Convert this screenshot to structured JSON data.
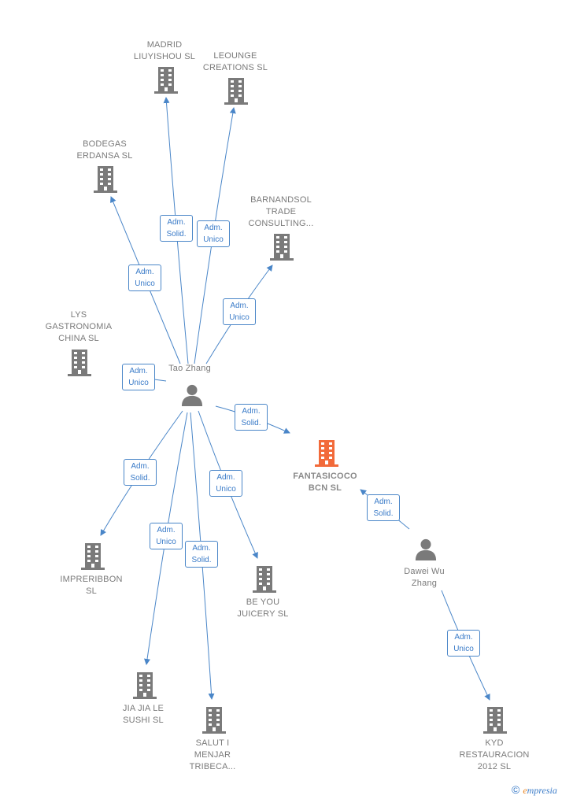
{
  "colors": {
    "edge": "#4a86c8",
    "company_icon": "#7a7a7a",
    "focus_icon": "#f26a3a",
    "person_icon": "#7a7a7a"
  },
  "nodes": [
    {
      "id": "madrid",
      "type": "company",
      "lines": [
        "MADRID",
        "LIUYISHOU  SL"
      ]
    },
    {
      "id": "leounge",
      "type": "company",
      "lines": [
        "LEOUNGE",
        "CREATIONS  SL"
      ]
    },
    {
      "id": "bodegas",
      "type": "company",
      "lines": [
        "BODEGAS",
        "ERDANSA  SL"
      ]
    },
    {
      "id": "barnandsol",
      "type": "company",
      "lines": [
        "BARNANDSOL",
        "TRADE",
        "CONSULTING..."
      ]
    },
    {
      "id": "lys",
      "type": "company",
      "lines": [
        "LYS",
        "GASTRONOMIA",
        "CHINA  SL"
      ]
    },
    {
      "id": "tao",
      "type": "person",
      "lines": [
        "Tao Zhang"
      ]
    },
    {
      "id": "fantasicoco",
      "type": "focus",
      "lines": [
        "FANTASICOCO",
        "BCN  SL"
      ]
    },
    {
      "id": "impreribbon",
      "type": "company",
      "lines": [
        "IMPRERIBBON",
        "SL"
      ]
    },
    {
      "id": "beyou",
      "type": "company",
      "lines": [
        "BE YOU",
        "JUICERY  SL"
      ]
    },
    {
      "id": "dawei",
      "type": "person",
      "lines": [
        "Dawei Wu",
        "Zhang"
      ]
    },
    {
      "id": "jiajia",
      "type": "company",
      "lines": [
        "JIA JIA LE",
        "SUSHI SL"
      ]
    },
    {
      "id": "salut",
      "type": "company",
      "lines": [
        "SALUT I",
        "MENJAR",
        "TRIBECA..."
      ]
    },
    {
      "id": "kyd",
      "type": "company",
      "lines": [
        "KYD",
        "RESTAURACION",
        "2012  SL"
      ]
    }
  ],
  "edges": [
    {
      "from": "tao",
      "to": "madrid",
      "lines": [
        "Adm.",
        "Solid."
      ]
    },
    {
      "from": "tao",
      "to": "leounge",
      "lines": [
        "Adm.",
        "Unico"
      ]
    },
    {
      "from": "tao",
      "to": "bodegas",
      "lines": [
        "Adm.",
        "Unico"
      ]
    },
    {
      "from": "tao",
      "to": "barnandsol",
      "lines": [
        "Adm.",
        "Unico"
      ]
    },
    {
      "from": "tao",
      "to": "lys",
      "lines": [
        "Adm.",
        "Unico"
      ]
    },
    {
      "from": "tao",
      "to": "fantasicoco",
      "lines": [
        "Adm.",
        "Solid."
      ]
    },
    {
      "from": "tao",
      "to": "impreribbon",
      "lines": [
        "Adm.",
        "Solid."
      ]
    },
    {
      "from": "tao",
      "to": "beyou",
      "lines": [
        "Adm.",
        "Unico"
      ]
    },
    {
      "from": "tao",
      "to": "jiajia",
      "lines": [
        "Adm.",
        "Unico"
      ]
    },
    {
      "from": "tao",
      "to": "salut",
      "lines": [
        "Adm.",
        "Solid."
      ]
    },
    {
      "from": "dawei",
      "to": "fantasicoco",
      "lines": [
        "Adm.",
        "Solid."
      ]
    },
    {
      "from": "dawei",
      "to": "kyd",
      "lines": [
        "Adm.",
        "Unico"
      ]
    }
  ],
  "footer": {
    "copyright_symbol": "©",
    "brand_first_letter": "e",
    "brand_rest": "mpresia"
  }
}
